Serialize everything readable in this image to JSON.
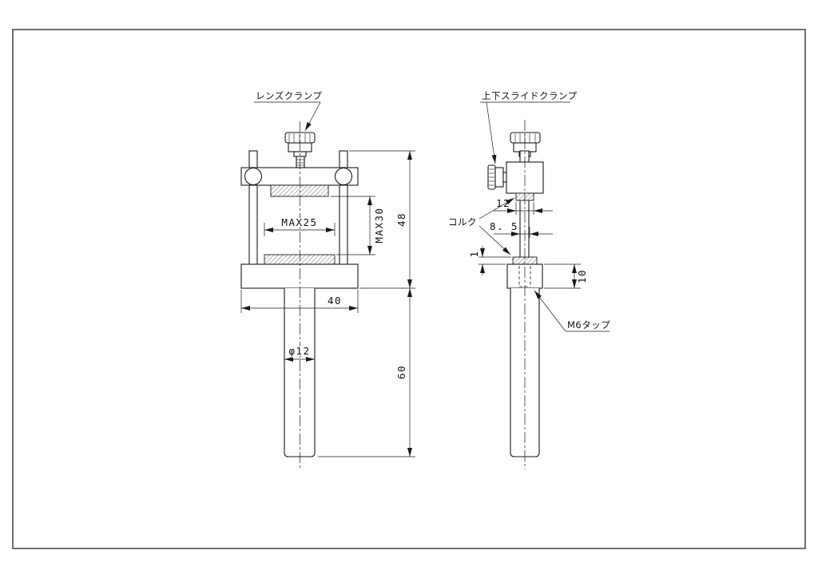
{
  "labels": {
    "lens_clamp": "レンズクランプ",
    "slide_clamp": "上下スライドクランプ",
    "cork": "コルク",
    "m6_tap": "M6タップ"
  },
  "dims": {
    "max25": "MAX25",
    "max30": "MAX30",
    "h48": "48",
    "w40": "40",
    "phi12": "φ12",
    "h60": "60",
    "w12": "12",
    "w8_5": "8. 5",
    "t1": "1",
    "h10": "10"
  }
}
